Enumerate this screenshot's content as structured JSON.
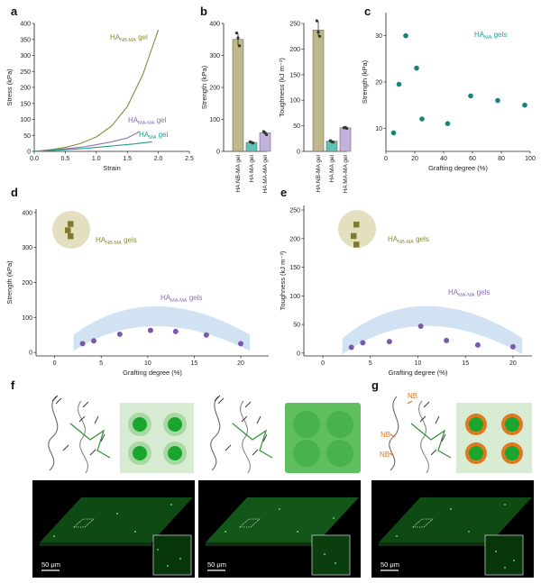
{
  "panels": [
    "a",
    "b",
    "c",
    "d",
    "e",
    "f",
    "g"
  ],
  "colors": {
    "nb_ma": "#8a8a3c",
    "ma_ma": "#8a6bb5",
    "ma": "#1e9e94",
    "teal_dot": "#16857a",
    "purple_dot": "#7a58ad",
    "olive_sq": "#807a2e",
    "band": "#c9ddf0",
    "circle_fill": "#e3e0c0",
    "green": "#1aa52e",
    "orange_nb": "#e07a1f"
  },
  "chart_data": [
    {
      "id": "a",
      "type": "line",
      "xlabel": "Strain",
      "ylabel": "Stress (kPa)",
      "xlim": [
        0,
        2.5
      ],
      "ylim": [
        0,
        400
      ],
      "xticks": [
        "0.0",
        "0.5",
        "1.0",
        "1.5",
        "2.0",
        "2.5"
      ],
      "yticks": [
        "0",
        "50",
        "100",
        "150",
        "200",
        "250",
        "300",
        "350",
        "400"
      ],
      "series": [
        {
          "name": "HA NB-MA gel",
          "x": [
            0,
            0.25,
            0.5,
            0.75,
            1.0,
            1.25,
            1.5,
            1.75,
            2.0
          ],
          "y": [
            0,
            5,
            12,
            25,
            45,
            80,
            140,
            240,
            380
          ]
        },
        {
          "name": "HA MA-MA gel",
          "x": [
            0,
            0.4,
            0.8,
            1.2,
            1.5,
            1.7
          ],
          "y": [
            0,
            6,
            14,
            28,
            42,
            62
          ]
        },
        {
          "name": "HA MA gel",
          "x": [
            0,
            0.4,
            0.8,
            1.2,
            1.6,
            1.9
          ],
          "y": [
            0,
            4,
            9,
            16,
            23,
            30
          ]
        }
      ]
    },
    {
      "id": "b1",
      "type": "bar",
      "ylabel": "Strength (kPa)",
      "ylim": [
        0,
        400
      ],
      "yticks": [
        "0",
        "100",
        "200",
        "300",
        "400"
      ],
      "categories": [
        "HA NB-MA gel",
        "HA MA gel",
        "HA MA-MA gel"
      ],
      "values": [
        350,
        28,
        58
      ],
      "points": [
        [
          370,
          355,
          330
        ],
        [
          30,
          28,
          26
        ],
        [
          62,
          58,
          52
        ]
      ]
    },
    {
      "id": "b2",
      "type": "bar",
      "ylabel": "Toughness (kJ m⁻³)",
      "ylim": [
        0,
        250
      ],
      "yticks": [
        "0",
        "50",
        "100",
        "150",
        "200",
        "250"
      ],
      "categories": [
        "HA NB-MA gel",
        "HA MA gel",
        "HA MA-MA gel"
      ],
      "values": [
        237,
        20,
        46
      ],
      "points": [
        [
          255,
          233,
          225
        ],
        [
          21,
          19,
          18
        ],
        [
          46,
          47,
          45
        ]
      ]
    },
    {
      "id": "c",
      "type": "scatter",
      "xlabel": "Grafting degree (%)",
      "ylabel": "Strength (kPa)",
      "xlim": [
        0,
        100
      ],
      "ylim": [
        5,
        35
      ],
      "xticks": [
        "0",
        "20",
        "40",
        "60",
        "80",
        "100"
      ],
      "yticks": [
        "10",
        "20",
        "30"
      ],
      "series": [
        {
          "name": "HA MA gels",
          "x": [
            3,
            7,
            12,
            20,
            24,
            43,
            60,
            80,
            100
          ],
          "y": [
            9,
            19.5,
            30,
            23,
            12,
            11,
            17,
            16,
            15
          ]
        }
      ]
    },
    {
      "id": "d",
      "type": "scatter",
      "xlabel": "Grafting degree (%)",
      "ylabel": "Strength (kPa)",
      "xlim": [
        -2,
        23
      ],
      "ylim": [
        -10,
        410
      ],
      "xticks": [
        "0",
        "5",
        "10",
        "15",
        "20"
      ],
      "yticks": [
        "0",
        "100",
        "200",
        "300",
        "400"
      ],
      "series": [
        {
          "name": "HA MA-MA gels",
          "x": [
            3,
            4.2,
            7,
            10.3,
            13,
            16.3,
            20
          ],
          "y": [
            25,
            33,
            52,
            63,
            60,
            50,
            25
          ]
        }
      ],
      "nbma_values": [
        368,
        350,
        333
      ]
    },
    {
      "id": "e",
      "type": "scatter",
      "xlabel": "Grafting degree (%)",
      "ylabel": "Toughness (kJ m⁻³)",
      "xlim": [
        -2,
        22
      ],
      "ylim": [
        -5,
        258
      ],
      "xticks": [
        "0",
        "5",
        "10",
        "15",
        "20"
      ],
      "yticks": [
        "0",
        "50",
        "100",
        "150",
        "200",
        "250"
      ],
      "series": [
        {
          "name": "HA MA-MA gels",
          "x": [
            3,
            4.2,
            7,
            10.3,
            13,
            16.3,
            20
          ],
          "y": [
            10,
            18,
            20,
            47,
            22,
            14,
            11
          ]
        }
      ],
      "nbma_values": [
        225,
        205,
        190
      ]
    }
  ],
  "labels": {
    "a_nbma": "HA",
    "a_nbma_sub": "NB-MA",
    "a_nbma_tail": " gel",
    "a_mama": "HA",
    "a_mama_sub": "MA-MA",
    "a_mama_tail": " gel",
    "a_ma": "HA",
    "a_ma_sub": "MA",
    "a_ma_tail": " gel",
    "c_legend": "HA",
    "c_legend_sub": "MA",
    "c_legend_tail": " gels",
    "de_nbma": "HA",
    "de_nbma_sub": "NB-MA",
    "de_nbma_tail": " gels",
    "de_mama": "HA",
    "de_mama_sub": "MA-MA",
    "de_mama_tail": " gels",
    "nb": "NB",
    "scale_bar": "50 μm"
  }
}
